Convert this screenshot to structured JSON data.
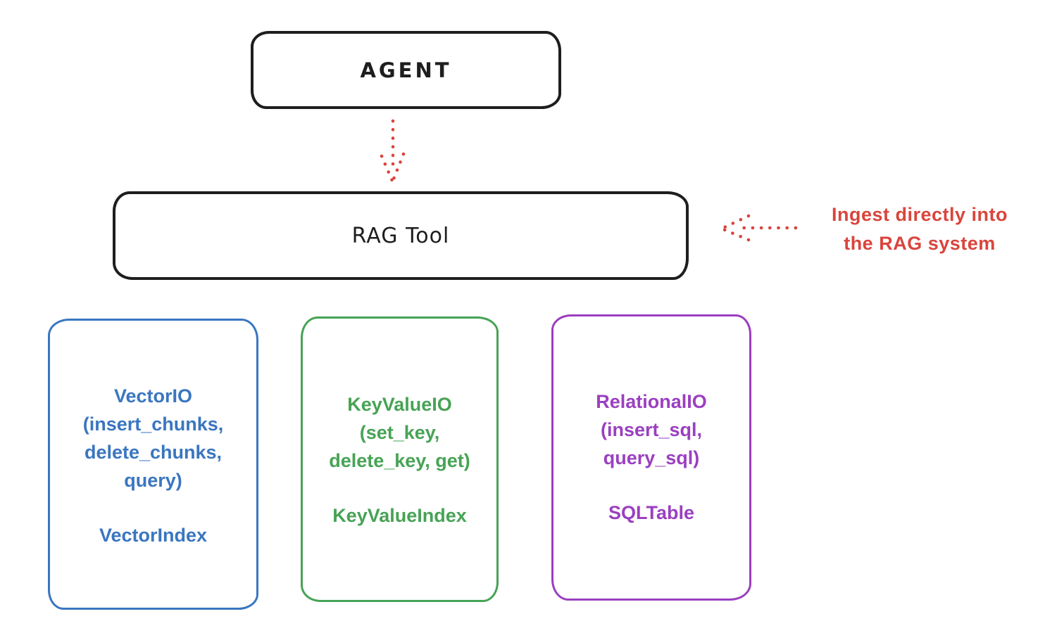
{
  "diagram": {
    "agent": {
      "label": "AGENT"
    },
    "rag_tool": {
      "label": "RAG Tool"
    },
    "annotation": {
      "line1": "Ingest directly into",
      "line2": "the RAG system",
      "color": "#d9453d"
    },
    "arrows": [
      {
        "name": "agent-to-rag-tool",
        "style": "dotted",
        "direction": "down",
        "color": "#d9453d"
      },
      {
        "name": "annotation-to-rag-tool",
        "style": "dotted",
        "direction": "left",
        "color": "#d9453d"
      }
    ],
    "io_nodes": [
      {
        "title": "VectorIO",
        "methods": [
          "(insert_chunks,",
          "delete_chunks,",
          "query)"
        ],
        "index_label": "VectorIndex",
        "color": "#3a76c0"
      },
      {
        "title": "KeyValueIO",
        "methods": [
          "(set_key,",
          "delete_key, get)"
        ],
        "index_label": "KeyValueIndex",
        "color": "#47a355"
      },
      {
        "title": "RelationalIO",
        "methods": [
          "(insert_sql,",
          "query_sql)"
        ],
        "index_label": "SQLTable",
        "color": "#9b3fc0"
      }
    ],
    "colors": {
      "box_stroke": "#1e1e1e",
      "background": "#ffffff"
    }
  }
}
